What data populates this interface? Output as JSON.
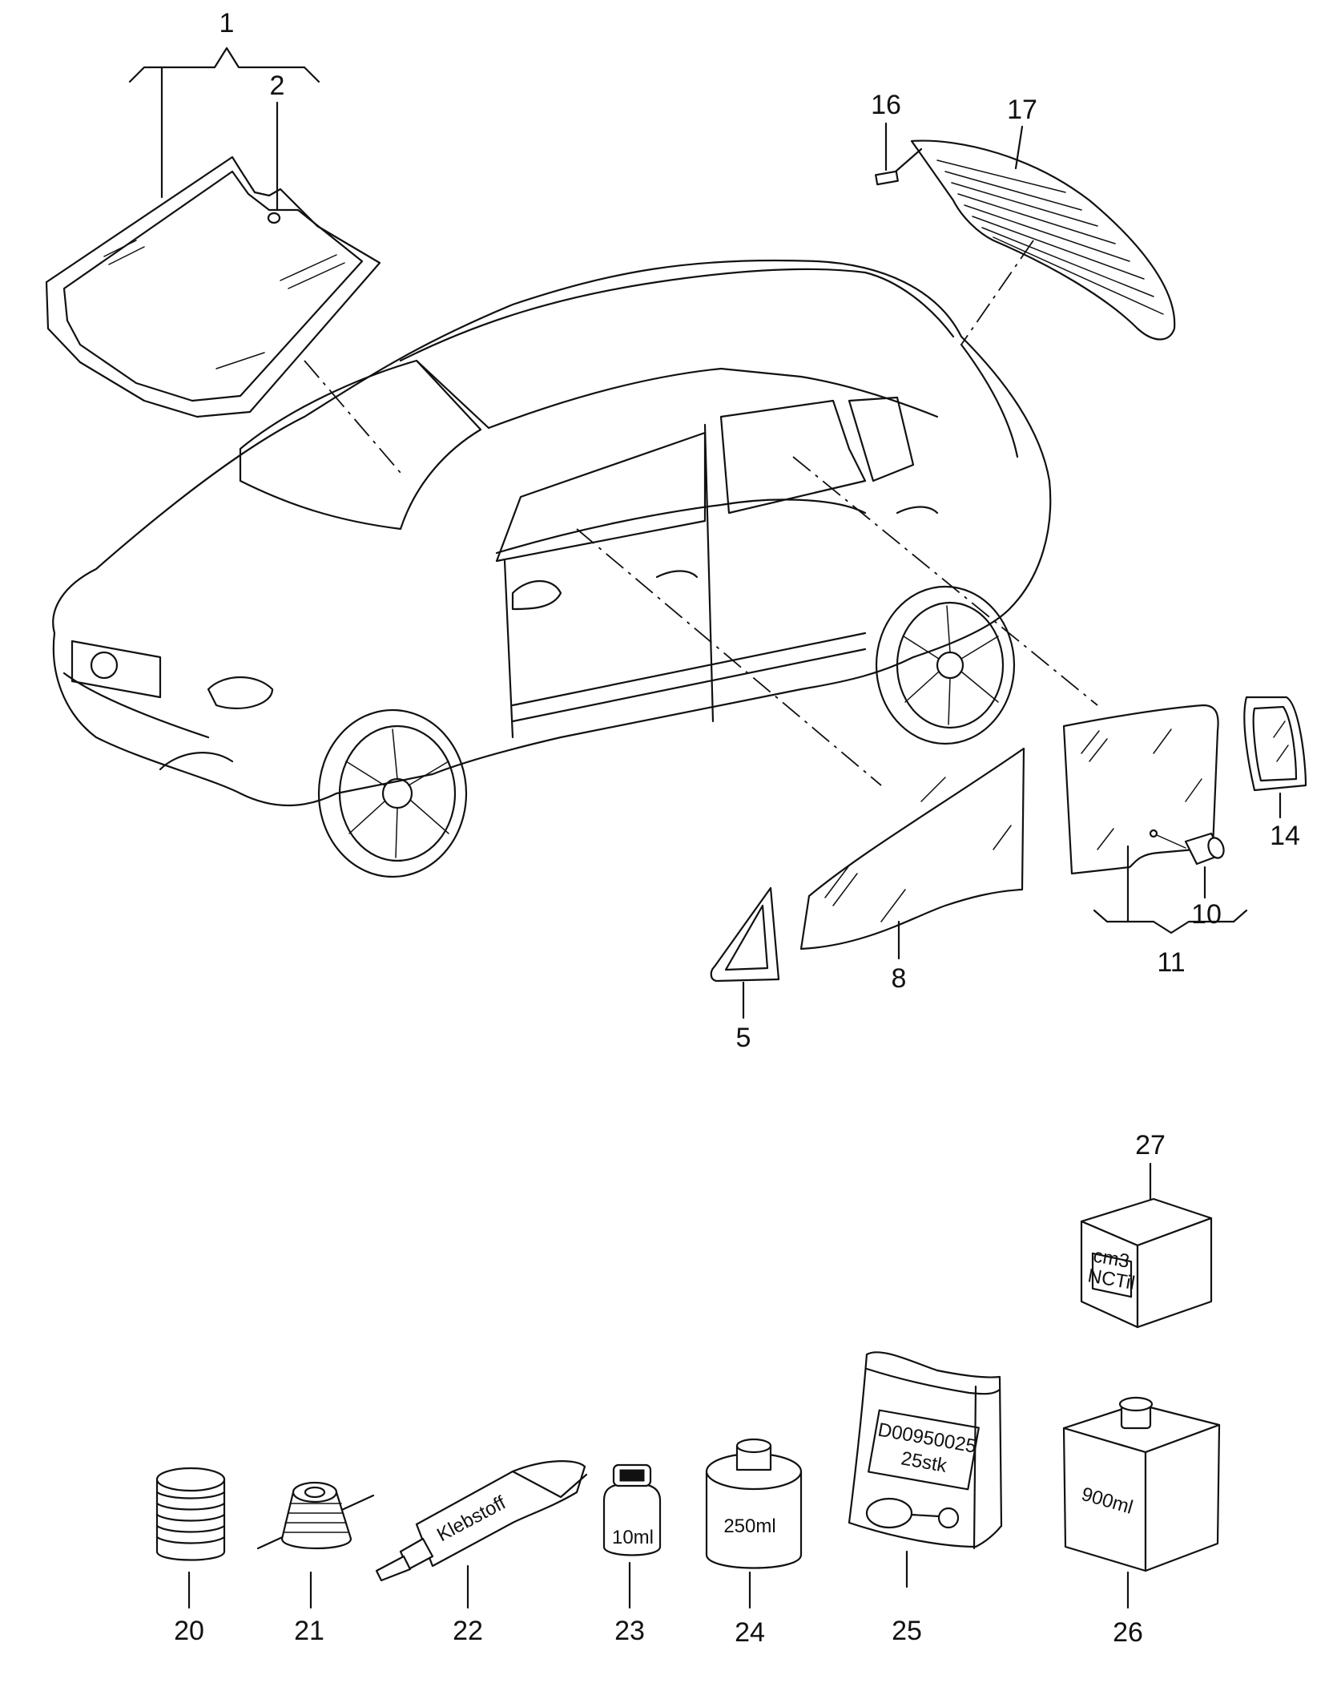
{
  "callouts": {
    "c1": "1",
    "c2": "2",
    "c5": "5",
    "c8": "8",
    "c10": "10",
    "c11": "11",
    "c14": "14",
    "c16": "16",
    "c17": "17",
    "c20": "20",
    "c21": "21",
    "c22": "22",
    "c23": "23",
    "c24": "24",
    "c25": "25",
    "c26": "26",
    "c27": "27"
  },
  "product_labels": {
    "tube": "Klebstoff",
    "bottle_small": "10ml",
    "can": "250ml",
    "bag_line1": "D00950025",
    "bag_line2": "25stk",
    "box_large": "900ml",
    "box_small_line1": "cm3",
    "box_small_line2": "NCTil"
  }
}
